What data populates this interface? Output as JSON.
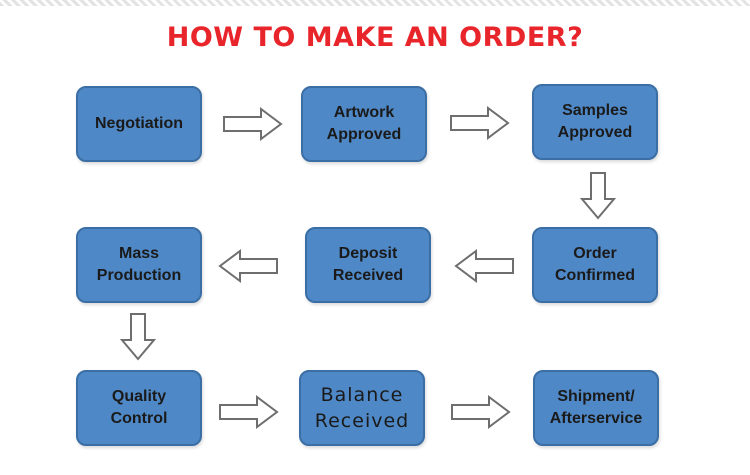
{
  "title": "HOW TO MAKE AN ORDER?",
  "colors": {
    "title": "#e8252b",
    "box_fill": "#4f88c6",
    "box_border": "#3a6ea5",
    "box_text": "#1a1a1a",
    "arrow_stroke": "#6e6e6e"
  },
  "steps": [
    {
      "label": "Negotiation"
    },
    {
      "label": "Artwork\nApproved"
    },
    {
      "label": "Samples\nApproved"
    },
    {
      "label": "Order\nConfirmed"
    },
    {
      "label": "Deposit\nReceived"
    },
    {
      "label": "Mass\nProduction"
    },
    {
      "label": "Quality\nControl"
    },
    {
      "label": "Balance\nReceived"
    },
    {
      "label": "Shipment/\nAfterservice"
    }
  ],
  "arrows": [
    {
      "from": "Negotiation",
      "to": "Artwork Approved",
      "direction": "right"
    },
    {
      "from": "Artwork Approved",
      "to": "Samples Approved",
      "direction": "right"
    },
    {
      "from": "Samples Approved",
      "to": "Order Confirmed",
      "direction": "down"
    },
    {
      "from": "Order Confirmed",
      "to": "Deposit Received",
      "direction": "left"
    },
    {
      "from": "Deposit Received",
      "to": "Mass Production",
      "direction": "left"
    },
    {
      "from": "Mass Production",
      "to": "Quality Control",
      "direction": "down"
    },
    {
      "from": "Quality Control",
      "to": "Balance Received",
      "direction": "right"
    },
    {
      "from": "Balance Received",
      "to": "Shipment/Afterservice",
      "direction": "right"
    }
  ]
}
